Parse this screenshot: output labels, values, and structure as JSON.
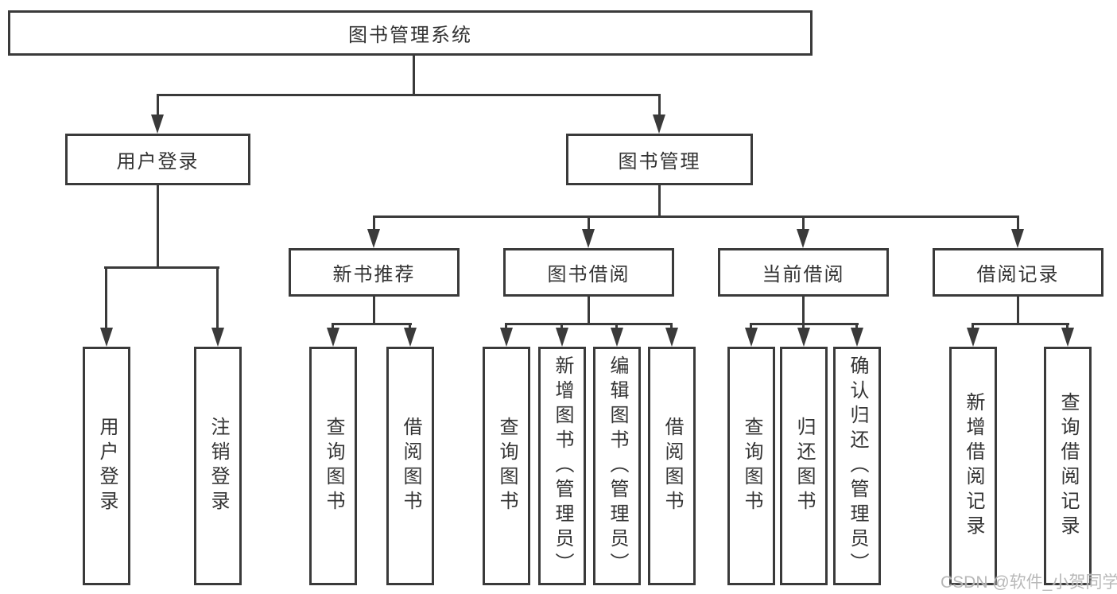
{
  "diagram": {
    "title": "图书管理系统",
    "branches": [
      {
        "label": "用户登录",
        "children": [
          {
            "label": "用户登录"
          },
          {
            "label": "注销登录"
          }
        ]
      },
      {
        "label": "图书管理",
        "children": [
          {
            "label": "新书推荐",
            "children": [
              {
                "label": "查询图书"
              },
              {
                "label": "借阅图书"
              }
            ]
          },
          {
            "label": "图书借阅",
            "children": [
              {
                "label": "查询图书"
              },
              {
                "label": "新增图书（管理员）"
              },
              {
                "label": "编辑图书（管理员）"
              },
              {
                "label": "借阅图书"
              }
            ]
          },
          {
            "label": "当前借阅",
            "children": [
              {
                "label": "查询图书"
              },
              {
                "label": "归还图书"
              },
              {
                "label": "确认归还（管理员）"
              }
            ]
          },
          {
            "label": "借阅记录",
            "children": [
              {
                "label": "新增借阅记录"
              },
              {
                "label": "查询借阅记录"
              }
            ]
          }
        ]
      }
    ]
  },
  "watermark": {
    "text": "CSDN @软件_小贺同学"
  },
  "colors": {
    "line": "#3a3a3a",
    "border": "#3a3a3a",
    "text": "#333333",
    "background": "#ffffff",
    "watermark": "#b2b2b2"
  }
}
